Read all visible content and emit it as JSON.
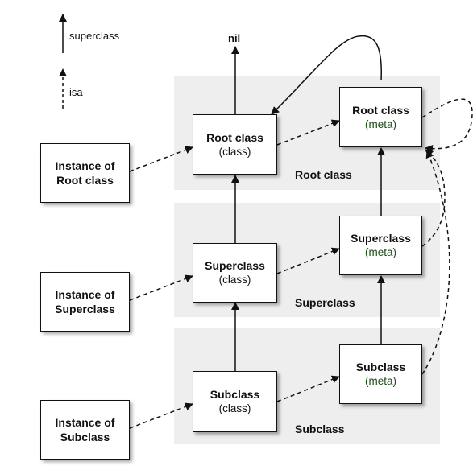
{
  "legend": {
    "superclass_label": "superclass",
    "isa_label": "isa"
  },
  "nil_label": "nil",
  "bands": {
    "root": "Root class",
    "superclass": "Superclass",
    "subclass": "Subclass"
  },
  "instances": {
    "root": [
      "Instance of",
      "Root class"
    ],
    "superclass": [
      "Instance of",
      "Superclass"
    ],
    "subclass": [
      "Instance of",
      "Subclass"
    ]
  },
  "classes": {
    "root": {
      "name": "Root class",
      "kind": "(class)"
    },
    "superclass": {
      "name": "Superclass",
      "kind": "(class)"
    },
    "subclass": {
      "name": "Subclass",
      "kind": "(class)"
    }
  },
  "metas": {
    "root": {
      "name": "Root class",
      "kind": "(meta)"
    },
    "superclass": {
      "name": "Superclass",
      "kind": "(meta)"
    },
    "subclass": {
      "name": "Subclass",
      "kind": "(meta)"
    }
  }
}
